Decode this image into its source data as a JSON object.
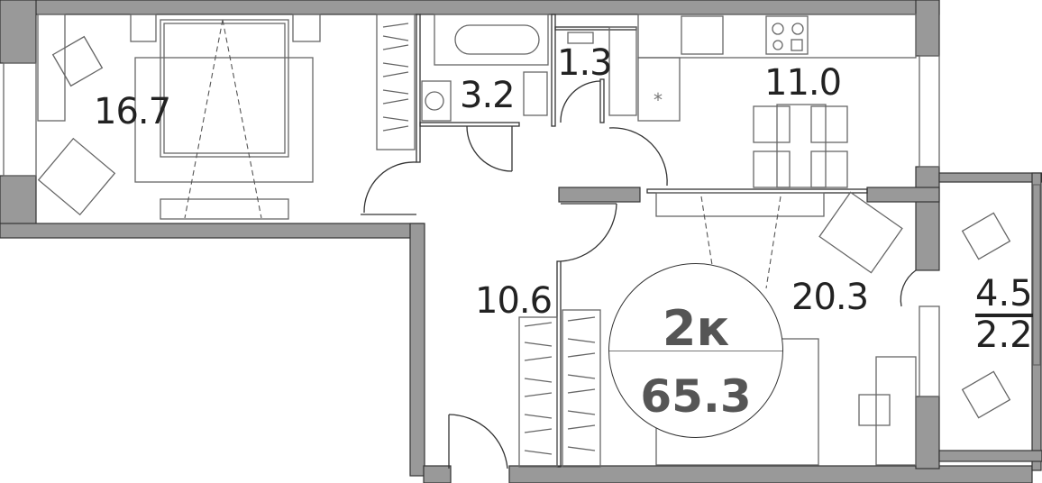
{
  "plan": {
    "type": "apartment-floor-plan",
    "badge": {
      "rooms": "2к",
      "total_area": "65.3"
    },
    "rooms": [
      {
        "id": "bedroom",
        "area": "16.7"
      },
      {
        "id": "bathroom",
        "area": "3.2"
      },
      {
        "id": "toilet",
        "area": "1.3"
      },
      {
        "id": "kitchen",
        "area": "11.0"
      },
      {
        "id": "hallway",
        "area": "10.6"
      },
      {
        "id": "living-room",
        "area": "20.3"
      }
    ],
    "balcony": {
      "area": "4.5",
      "reduced_area": "2.2"
    },
    "colors": {
      "wall": "#999999",
      "outline": "#333333",
      "furniture": "#666666",
      "text": "#222222",
      "badge_text": "#555555"
    }
  }
}
